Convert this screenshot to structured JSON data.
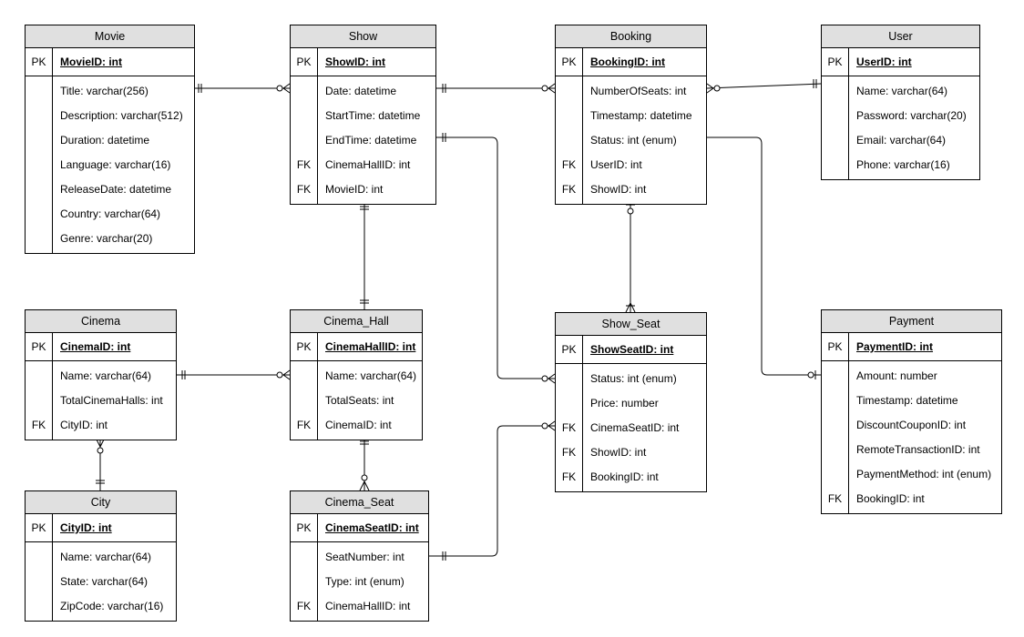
{
  "entities": {
    "movie": {
      "title": "Movie",
      "pk": {
        "key": "PK",
        "field": "MovieID: int"
      },
      "fields": [
        {
          "key": "",
          "field": "Title: varchar(256)"
        },
        {
          "key": "",
          "field": "Description: varchar(512)"
        },
        {
          "key": "",
          "field": "Duration: datetime"
        },
        {
          "key": "",
          "field": "Language: varchar(16)"
        },
        {
          "key": "",
          "field": "ReleaseDate: datetime"
        },
        {
          "key": "",
          "field": "Country: varchar(64)"
        },
        {
          "key": "",
          "field": "Genre: varchar(20)"
        }
      ]
    },
    "show": {
      "title": "Show",
      "pk": {
        "key": "PK",
        "field": "ShowID: int"
      },
      "fields": [
        {
          "key": "",
          "field": "Date: datetime"
        },
        {
          "key": "",
          "field": "StartTime: datetime"
        },
        {
          "key": "",
          "field": "EndTime: datetime"
        },
        {
          "key": "FK",
          "field": "CinemaHallID: int"
        },
        {
          "key": "FK",
          "field": "MovieID: int"
        }
      ]
    },
    "booking": {
      "title": "Booking",
      "pk": {
        "key": "PK",
        "field": "BookingID: int"
      },
      "fields": [
        {
          "key": "",
          "field": "NumberOfSeats: int"
        },
        {
          "key": "",
          "field": "Timestamp: datetime"
        },
        {
          "key": "",
          "field": "Status: int (enum)"
        },
        {
          "key": "FK",
          "field": "UserID: int"
        },
        {
          "key": "FK",
          "field": "ShowID: int"
        }
      ]
    },
    "user": {
      "title": "User",
      "pk": {
        "key": "PK",
        "field": "UserID: int"
      },
      "fields": [
        {
          "key": "",
          "field": "Name: varchar(64)"
        },
        {
          "key": "",
          "field": "Password: varchar(20)"
        },
        {
          "key": "",
          "field": "Email: varchar(64)"
        },
        {
          "key": "",
          "field": "Phone: varchar(16)"
        }
      ]
    },
    "cinema": {
      "title": "Cinema",
      "pk": {
        "key": "PK",
        "field": "CinemaID: int"
      },
      "fields": [
        {
          "key": "",
          "field": "Name: varchar(64)"
        },
        {
          "key": "",
          "field": "TotalCinemaHalls: int"
        },
        {
          "key": "FK",
          "field": "CityID: int"
        }
      ]
    },
    "cinema_hall": {
      "title": "Cinema_Hall",
      "pk": {
        "key": "PK",
        "field": "CinemaHallID: int"
      },
      "fields": [
        {
          "key": "",
          "field": "Name: varchar(64)"
        },
        {
          "key": "",
          "field": "TotalSeats: int"
        },
        {
          "key": "FK",
          "field": "CinemaID: int"
        }
      ]
    },
    "show_seat": {
      "title": "Show_Seat",
      "pk": {
        "key": "PK",
        "field": "ShowSeatID: int"
      },
      "fields": [
        {
          "key": "",
          "field": "Status: int (enum)"
        },
        {
          "key": "",
          "field": "Price: number"
        },
        {
          "key": "FK",
          "field": "CinemaSeatID: int"
        },
        {
          "key": "FK",
          "field": "ShowID: int"
        },
        {
          "key": "FK",
          "field": "BookingID: int"
        }
      ]
    },
    "payment": {
      "title": "Payment",
      "pk": {
        "key": "PK",
        "field": "PaymentID: int"
      },
      "fields": [
        {
          "key": "",
          "field": "Amount: number"
        },
        {
          "key": "",
          "field": "Timestamp: datetime"
        },
        {
          "key": "",
          "field": "DiscountCouponID: int"
        },
        {
          "key": "",
          "field": "RemoteTransactionID: int"
        },
        {
          "key": "",
          "field": "PaymentMethod: int (enum)"
        },
        {
          "key": "FK",
          "field": "BookingID: int"
        }
      ]
    },
    "city": {
      "title": "City",
      "pk": {
        "key": "PK",
        "field": "CityID: int"
      },
      "fields": [
        {
          "key": "",
          "field": "Name: varchar(64)"
        },
        {
          "key": "",
          "field": "State: varchar(64)"
        },
        {
          "key": "",
          "field": "ZipCode: varchar(16)"
        }
      ]
    },
    "cinema_seat": {
      "title": "Cinema_Seat",
      "pk": {
        "key": "PK",
        "field": "CinemaSeatID: int"
      },
      "fields": [
        {
          "key": "",
          "field": "SeatNumber: int"
        },
        {
          "key": "",
          "field": "Type: int (enum)"
        },
        {
          "key": "FK",
          "field": "CinemaHallID: int"
        }
      ]
    }
  }
}
